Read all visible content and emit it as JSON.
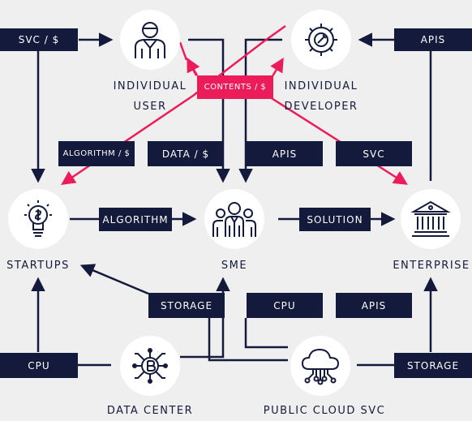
{
  "colors": {
    "background": "#efeff0",
    "navy": "#141a3b",
    "accent": "#ec1c5b",
    "node": "#ffffff"
  },
  "nodes": {
    "individual_user": {
      "label_line1": "INDIVIDUAL",
      "label_line2": "USER",
      "icon": "user-icon"
    },
    "individual_developer": {
      "label_line1": "INDIVIDUAL",
      "label_line2": "DEVELOPER",
      "icon": "gear-icon"
    },
    "startups": {
      "label": "STARTUPS",
      "icon": "idea-bulb-icon"
    },
    "sme": {
      "label": "SME",
      "icon": "group-icon"
    },
    "enterprise": {
      "label": "ENTERPRISE",
      "icon": "bank-icon"
    },
    "data_center": {
      "label": "DATA CENTER",
      "icon": "chip-icon"
    },
    "public_cloud": {
      "label": "PUBLIC CLOUD SVC",
      "icon": "cloud-icon"
    }
  },
  "tags": {
    "svc_pay": "SVC / $",
    "apis_top": "APIS",
    "contents_pay": "CONTENTS / $",
    "algorithm_pay": "ALGORITHM / $",
    "data_pay": "DATA / $",
    "apis_mid": "APIS",
    "svc_mid": "SVC",
    "algorithm": "ALGORITHM",
    "solution": "SOLUTION",
    "storage_mid": "STORAGE",
    "cpu_mid": "CPU",
    "apis_low": "APIS",
    "cpu_left": "CPU",
    "storage_right": "STORAGE"
  }
}
